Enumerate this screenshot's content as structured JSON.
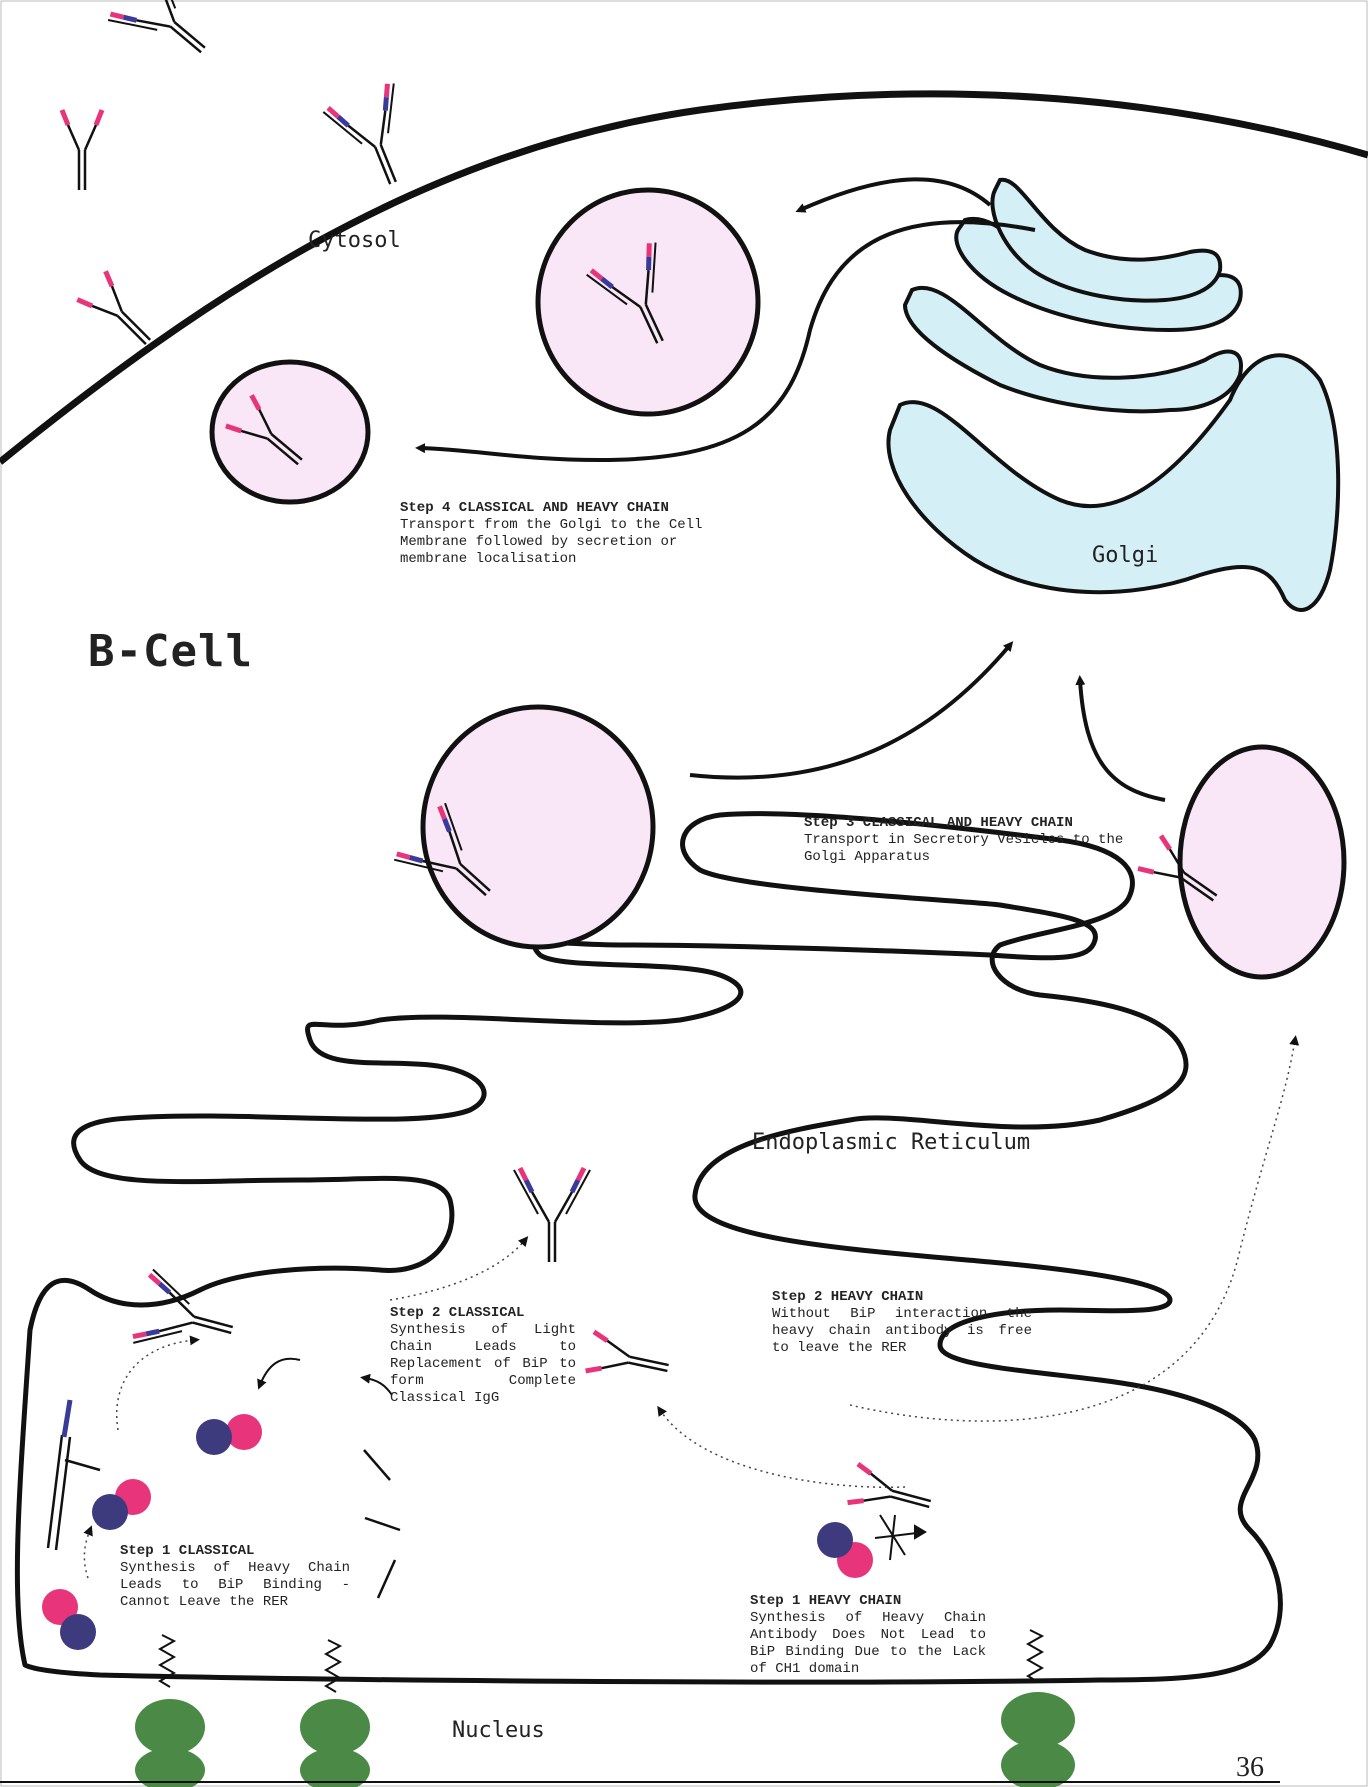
{
  "labels": {
    "cell_title": "B-Cell",
    "cytosol": "Cytosol",
    "golgi": "Golgi",
    "er": "Endoplasmic Reticulum",
    "nucleus": "Nucleus",
    "page_number": "36"
  },
  "steps": {
    "step1_classical": {
      "title": "Step 1 CLASSICAL",
      "body": "Synthesis of Heavy Chain Leads to BiP Binding -Cannot Leave the RER"
    },
    "step2_classical": {
      "title": "Step 2 CLASSICAL",
      "body": "Synthesis of Light Chain Leads to Replacement of BiP to form Complete Classical IgG"
    },
    "step1_heavy": {
      "title": "Step 1 HEAVY CHAIN",
      "body": "Synthesis of Heavy Chain Antibody Does Not Lead to BiP Binding Due to the Lack of CH1 domain"
    },
    "step2_heavy": {
      "title": "Step 2 HEAVY CHAIN",
      "body": "Without BiP interaction the heavy chain antibody is free to leave the RER"
    },
    "step3": {
      "title": "Step 3 CLASSICAL AND HEAVY CHAIN",
      "body": "Transport in Secretory Vesicles to the Golgi Apparatus"
    },
    "step4": {
      "title": "Step 4 CLASSICAL AND HEAVY CHAIN",
      "body": "Transport from the Golgi to the Cell Membrane followed by secretion or membrane localisation"
    }
  },
  "colors": {
    "outline": "#111111",
    "vesicle_fill": "#f9e6f6",
    "golgi_fill": "#d4eff5",
    "nucleus_pore": "#4a8a46",
    "variable_domain": "#e8347a",
    "ch1_domain": "#3a3a9a",
    "bip_pink": "#e8347a",
    "bip_navy": "#3e3a7e"
  }
}
